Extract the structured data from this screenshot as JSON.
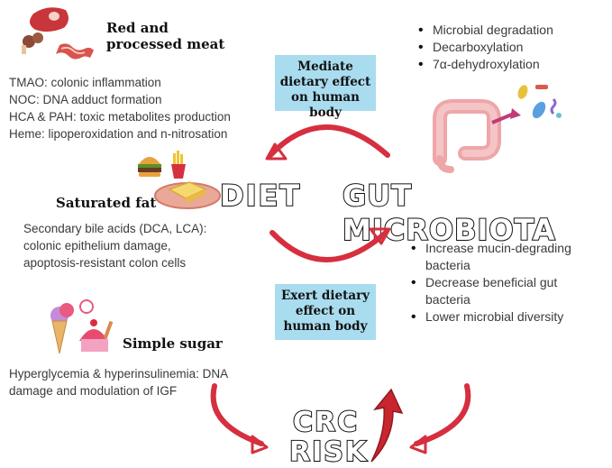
{
  "meat": {
    "title": "Red and processed meat",
    "lines": [
      "TMAO: colonic inflammation",
      "NOC: DNA adduct formation",
      "HCA & PAH: toxic metabolites production",
      "Heme: lipoperoxidation and n-nitrosation"
    ]
  },
  "fat": {
    "title": "Saturated fat",
    "lines": [
      "Secondary bile acids (DCA, LCA):",
      "colonic epithelium damage,",
      "apoptosis-resistant colon cells"
    ]
  },
  "sugar": {
    "title": "Simple sugar",
    "lines": [
      "Hyperglycemia & hyperinsulinemia: DNA",
      "damage and modulation of IGF"
    ]
  },
  "mediate_box": "Mediate dietary effect on human body",
  "exert_box": "Exert dietary effect on human body",
  "diet_label": "DIET",
  "gut_label": "GUT MICROBIOTA",
  "crc_label": "CRC",
  "risk_label": "RISK",
  "top_bullets": [
    "Microbial degradation",
    "Decarboxylation",
    "7α-dehydroxylation"
  ],
  "bottom_bullets": [
    "Increase mucin-degrading bacteria",
    "Decrease beneficial gut bacteria",
    "Lower microbial diversity"
  ],
  "colors": {
    "arrow": "#d62f3f",
    "box": "#a9dcef"
  },
  "icons": [
    "meat-icon",
    "burger-fries-icon",
    "sweets-icon",
    "colon-icon",
    "bacteria-icon"
  ]
}
